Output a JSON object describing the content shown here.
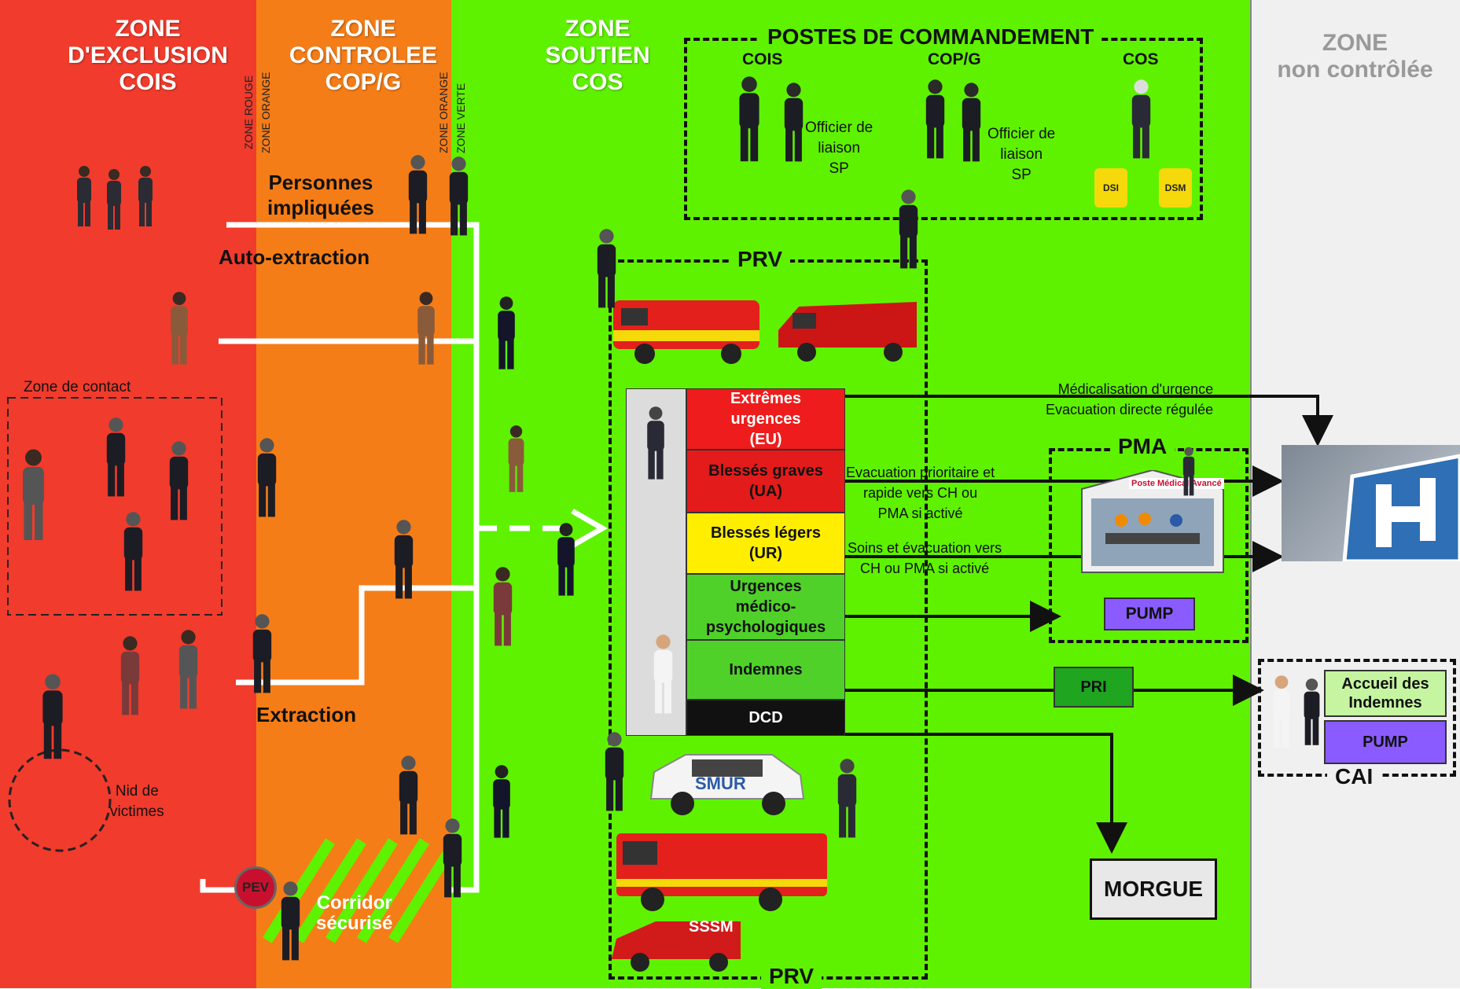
{
  "zones": {
    "red": {
      "title": "ZONE\nD'EXCLUSION\nCOIS",
      "color": "#f13b2c"
    },
    "orange": {
      "title": "ZONE\nCONTROLEE\nCOP/G",
      "color": "#f57d17"
    },
    "green": {
      "title": "ZONE\nSOUTIEN\nCOS",
      "color": "#5ef200"
    },
    "grey": {
      "title": "ZONE\nnon contrôlée",
      "color": "#f0f0f0"
    }
  },
  "boundary_labels": {
    "zone_rouge": "ZONE ROUGE",
    "zone_orange_1": "ZONE ORANGE",
    "zone_orange_2": "ZONE ORANGE",
    "zone_verte": "ZONE VERTE"
  },
  "left_labels": {
    "personnes": "Personnes\nimpliquées",
    "auto_extraction": "Auto-extraction",
    "zone_contact": "Zone de contact",
    "extraction": "Extraction",
    "nid": "Nid de\nvictimes",
    "pev": "PEV",
    "corridor": "Corridor\nsécurisé"
  },
  "command_posts": {
    "title": "POSTES DE COMMANDEMENT",
    "cois": "COIS",
    "copg": "COP/G",
    "cos": "COS",
    "liaison_1": "Officier de\nliaison\nSP",
    "liaison_2": "Officier de\nliaison\nSP",
    "dsi": "DSI",
    "dsm": "DSM"
  },
  "prv": {
    "top": "PRV",
    "bottom": "PRV"
  },
  "triage": [
    {
      "label": "Extrêmes\nurgences\n(EU)",
      "color": "#ee1c1c",
      "text_color": "#ffffff"
    },
    {
      "label": "Blessés graves\n(UA)",
      "color": "#e31b1b",
      "text_color": "#111111"
    },
    {
      "label": "Blessés légers\n(UR)",
      "color": "#ffee00",
      "text_color": "#111111"
    },
    {
      "label": "Urgences\nmédico-\npsychologiques",
      "color": "#4fd12a",
      "text_color": "#111111"
    },
    {
      "label": "Indemnes",
      "color": "#4fd12a",
      "text_color": "#111111"
    },
    {
      "label": "DCD",
      "color": "#111111",
      "text_color": "#ffffff"
    }
  ],
  "flows": {
    "medicalisation": "Médicalisation d'urgence\nEvacuation directe régulée",
    "prioritaire": "Evacuation prioritaire et\nrapide vers CH ou\nPMA  si activé",
    "soins": "Soins et évacuation vers\nCH ou PMA si activé"
  },
  "pma": {
    "title": "PMA",
    "sign": "Poste Médical Avancé",
    "pump": "PUMP"
  },
  "pri": "PRI",
  "cai": {
    "title": "CAI",
    "accueil": "Accueil des\nIndemnes",
    "pump": "PUMP"
  },
  "morgue": "MORGUE",
  "vehicles": {
    "smur": "SMUR",
    "sssm": "SSSM"
  },
  "icons": [
    "hospital-icon",
    "police-officer-icon",
    "firefighter-icon",
    "doctor-icon",
    "ambulance-icon",
    "fire-truck-icon",
    "suv-icon"
  ]
}
